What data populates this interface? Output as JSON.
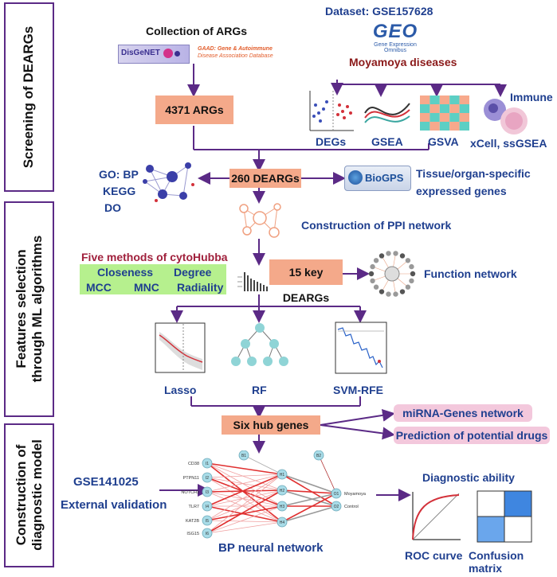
{
  "sections": {
    "screening": "Screening of DEARGs",
    "features_line1": "Features selection",
    "features_line2": "through ML algorithms",
    "diag_line1": "Construction of",
    "diag_line2": "diagnostic model"
  },
  "top": {
    "collection_title": "Collection of ARGs",
    "disgenet_logo": "DisGeNET",
    "gaad_logo_1": "GAAD: Gene & Autoimmune",
    "gaad_logo_2": "Disease Association Database",
    "dataset": "Dataset: GSE157628",
    "geo_logo": "GEO",
    "geo_sub": "Gene Expression Omnibus",
    "disease": "Moyamoya diseases",
    "args_count": "4371 ARGs",
    "methods": [
      "DEGs",
      "GSEA",
      "GSVA"
    ],
    "immune_title": "Immune",
    "immune_methods": "xCell, ssGSEA"
  },
  "middle": {
    "enrichment": [
      "GO: BP",
      "KEGG",
      "DO"
    ],
    "dearg_count": "260 DEARGs",
    "biogps_logo": "BioGPS",
    "tissue_1": "Tissue/organ-specific",
    "tissue_2": "expressed genes",
    "ppi": "Construction of PPI network",
    "cytohubba_title": "Five methods of cytoHubba",
    "cytohubba_row1": [
      "Closeness",
      "Degree"
    ],
    "cytohubba_row2": [
      "MCC",
      "MNC",
      "Radiality"
    ],
    "key_dearg": "15 key DEARGs",
    "function_network": "Function network",
    "ml": [
      "Lasso",
      "RF",
      "SVM-RFE"
    ]
  },
  "bottom": {
    "hub_genes": "Six hub genes",
    "mirna": "miRNA-Genes network",
    "drugs": "Prediction of potential drugs",
    "validation_id": "GSE141025",
    "validation": "External validation",
    "nn_inputs": [
      "CD38",
      "PTPN11",
      "NOTCH1",
      "TLR7",
      "KAT2B",
      "ISG15"
    ],
    "nn_input_nodes": [
      "I1",
      "I2",
      "I3",
      "I4",
      "I5",
      "I6"
    ],
    "nn_hidden_nodes": [
      "H1",
      "H2",
      "H3",
      "H4"
    ],
    "nn_output_nodes": [
      "O1",
      "O2"
    ],
    "nn_bias": [
      "B1",
      "B2"
    ],
    "nn_outputs": [
      "Moyamoya",
      "Control"
    ],
    "bp_network": "BP neural network",
    "diagnostic": "Diagnostic ability",
    "roc": "ROC curve",
    "confusion": "Confusion matrix"
  },
  "colors": {
    "frame": "#5b2a86",
    "text_blue": "#1f3f8f",
    "salmon": "#f4a98a",
    "pink": "#f3c8dc",
    "green": "#b6f08e",
    "disease_red": "#8b1a1a",
    "cytohubba_red": "#a0203c",
    "node": "#a8dce8"
  }
}
